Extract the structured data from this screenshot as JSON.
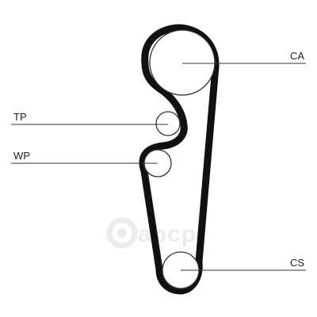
{
  "labels": {
    "camshaft": "CA",
    "tensioner": "TP",
    "water_pump": "WP",
    "crankshaft": "CS"
  },
  "watermark": {
    "text": "abcp"
  },
  "colors": {
    "belt": "#111111",
    "pulley": "#333333",
    "leader_line": "#333333",
    "watermark": "#ececec"
  }
}
